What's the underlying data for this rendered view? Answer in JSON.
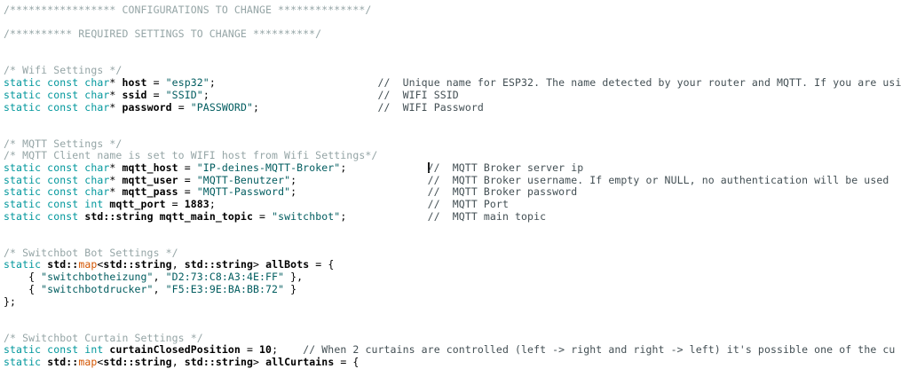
{
  "app": {
    "kind": "code-editor",
    "language": "cpp-arduino"
  },
  "colors": {
    "background": "#FFFFFF",
    "keyword": "#00979C",
    "string": "#005C5F",
    "function": "#D35400",
    "line_comment": "#434F54",
    "block_comment": "#95A5A6",
    "identifier": "#000000",
    "caret": "#1A1A1A"
  },
  "editor": {
    "caret_line": 13,
    "lines": [
      {
        "tokens": [
          {
            "type": "c2",
            "text": "/***************** CONFIGURATIONS TO CHANGE **************/"
          }
        ]
      },
      {
        "tokens": []
      },
      {
        "tokens": [
          {
            "type": "c2",
            "text": "/********** REQUIRED SETTINGS TO CHANGE **********/"
          }
        ]
      },
      {
        "tokens": []
      },
      {
        "tokens": []
      },
      {
        "tokens": [
          {
            "type": "c2",
            "text": "/* Wifi Settings */"
          }
        ]
      },
      {
        "tokens": [
          {
            "type": "kw",
            "text": "static const char"
          },
          {
            "type": "pl",
            "text": "* "
          },
          {
            "type": "id",
            "text": "host"
          },
          {
            "type": "pl",
            "text": " = "
          },
          {
            "type": "str",
            "text": "\"esp32\""
          },
          {
            "type": "pl",
            "text": ";"
          },
          {
            "type": "pad",
            "n": 26
          },
          {
            "type": "c1",
            "text": "//  Unique name for ESP32. The name detected by your router and MQTT. If you are usi"
          }
        ]
      },
      {
        "tokens": [
          {
            "type": "kw",
            "text": "static const char"
          },
          {
            "type": "pl",
            "text": "* "
          },
          {
            "type": "id",
            "text": "ssid"
          },
          {
            "type": "pl",
            "text": " = "
          },
          {
            "type": "str",
            "text": "\"SSID\""
          },
          {
            "type": "pl",
            "text": ";"
          },
          {
            "type": "pad",
            "n": 27
          },
          {
            "type": "c1",
            "text": "//  WIFI SSID"
          }
        ]
      },
      {
        "tokens": [
          {
            "type": "kw",
            "text": "static const char"
          },
          {
            "type": "pl",
            "text": "* "
          },
          {
            "type": "id",
            "text": "password"
          },
          {
            "type": "pl",
            "text": " = "
          },
          {
            "type": "str",
            "text": "\"PASSWORD\""
          },
          {
            "type": "pl",
            "text": ";"
          },
          {
            "type": "pad",
            "n": 19
          },
          {
            "type": "c1",
            "text": "//  WIFI Password"
          }
        ]
      },
      {
        "tokens": []
      },
      {
        "tokens": []
      },
      {
        "tokens": [
          {
            "type": "c2",
            "text": "/* MQTT Settings */"
          }
        ]
      },
      {
        "tokens": [
          {
            "type": "c2",
            "text": "/* MQTT Client name is set to WIFI host from Wifi Settings*/"
          }
        ]
      },
      {
        "tokens": [
          {
            "type": "kw",
            "text": "static const char"
          },
          {
            "type": "pl",
            "text": "* "
          },
          {
            "type": "id",
            "text": "mqtt_host"
          },
          {
            "type": "pl",
            "text": " = "
          },
          {
            "type": "str",
            "text": "\"IP-deines-MQTT-Broker\""
          },
          {
            "type": "pl",
            "text": ";"
          },
          {
            "type": "pad",
            "n": 13
          },
          {
            "type": "caret"
          },
          {
            "type": "c1",
            "text": "//  MQTT Broker server ip"
          }
        ]
      },
      {
        "tokens": [
          {
            "type": "kw",
            "text": "static const char"
          },
          {
            "type": "pl",
            "text": "* "
          },
          {
            "type": "id",
            "text": "mqtt_user"
          },
          {
            "type": "pl",
            "text": " = "
          },
          {
            "type": "str",
            "text": "\"MQTT-Benutzer\""
          },
          {
            "type": "pl",
            "text": ";"
          },
          {
            "type": "pad",
            "n": 21
          },
          {
            "type": "c1",
            "text": "//  MQTT Broker username. If empty or NULL, no authentication will be used"
          }
        ]
      },
      {
        "tokens": [
          {
            "type": "kw",
            "text": "static const char"
          },
          {
            "type": "pl",
            "text": "* "
          },
          {
            "type": "id",
            "text": "mqtt_pass"
          },
          {
            "type": "pl",
            "text": " = "
          },
          {
            "type": "str",
            "text": "\"MQTT-Password\""
          },
          {
            "type": "pl",
            "text": ";"
          },
          {
            "type": "pad",
            "n": 21
          },
          {
            "type": "c1",
            "text": "//  MQTT Broker password"
          }
        ]
      },
      {
        "tokens": [
          {
            "type": "kw",
            "text": "static const int"
          },
          {
            "type": "pl",
            "text": " "
          },
          {
            "type": "id",
            "text": "mqtt_port"
          },
          {
            "type": "pl",
            "text": " = "
          },
          {
            "type": "num",
            "text": "1883"
          },
          {
            "type": "pl",
            "text": ";"
          },
          {
            "type": "pad",
            "n": 34
          },
          {
            "type": "c1",
            "text": "//  MQTT Port"
          }
        ]
      },
      {
        "tokens": [
          {
            "type": "kw",
            "text": "static const"
          },
          {
            "type": "pl",
            "text": " "
          },
          {
            "type": "id",
            "text": "std::string"
          },
          {
            "type": "pl",
            "text": " "
          },
          {
            "type": "id",
            "text": "mqtt_main_topic"
          },
          {
            "type": "pl",
            "text": " = "
          },
          {
            "type": "str",
            "text": "\"switchbot\""
          },
          {
            "type": "pl",
            "text": ";"
          },
          {
            "type": "pad",
            "n": 13
          },
          {
            "type": "c1",
            "text": "//  MQTT main topic"
          }
        ]
      },
      {
        "tokens": []
      },
      {
        "tokens": []
      },
      {
        "tokens": [
          {
            "type": "c2",
            "text": "/* Switchbot Bot Settings */"
          }
        ]
      },
      {
        "tokens": [
          {
            "type": "kw",
            "text": "static"
          },
          {
            "type": "pl",
            "text": " "
          },
          {
            "type": "id",
            "text": "std::"
          },
          {
            "type": "fn",
            "text": "map"
          },
          {
            "type": "pl",
            "text": "<"
          },
          {
            "type": "id",
            "text": "std::string"
          },
          {
            "type": "pl",
            "text": ", "
          },
          {
            "type": "id",
            "text": "std::string"
          },
          {
            "type": "pl",
            "text": "> "
          },
          {
            "type": "id",
            "text": "allBots"
          },
          {
            "type": "pl",
            "text": " = {"
          }
        ]
      },
      {
        "tokens": [
          {
            "type": "pl",
            "text": "    { "
          },
          {
            "type": "str",
            "text": "\"switchbotheizung\""
          },
          {
            "type": "pl",
            "text": ", "
          },
          {
            "type": "str",
            "text": "\"D2:73:C8:A3:4E:FF\""
          },
          {
            "type": "pl",
            "text": " },"
          }
        ]
      },
      {
        "tokens": [
          {
            "type": "pl",
            "text": "    { "
          },
          {
            "type": "str",
            "text": "\"switchbotdrucker\""
          },
          {
            "type": "pl",
            "text": ", "
          },
          {
            "type": "str",
            "text": "\"F5:E3:9E:BA:BB:72\""
          },
          {
            "type": "pl",
            "text": " }"
          }
        ]
      },
      {
        "tokens": [
          {
            "type": "pl",
            "text": "};"
          }
        ]
      },
      {
        "tokens": []
      },
      {
        "tokens": []
      },
      {
        "tokens": [
          {
            "type": "c2",
            "text": "/* Switchbot Curtain Settings */"
          }
        ]
      },
      {
        "tokens": [
          {
            "type": "kw",
            "text": "static const int"
          },
          {
            "type": "pl",
            "text": " "
          },
          {
            "type": "id",
            "text": "curtainClosedPosition"
          },
          {
            "type": "pl",
            "text": " = "
          },
          {
            "type": "num",
            "text": "10"
          },
          {
            "type": "pl",
            "text": ";"
          },
          {
            "type": "pad",
            "n": 4
          },
          {
            "type": "c1",
            "text": "// When 2 curtains are controlled (left -> right and right -> left) it's possible one of the cu"
          }
        ]
      },
      {
        "tokens": [
          {
            "type": "kw",
            "text": "static"
          },
          {
            "type": "pl",
            "text": " "
          },
          {
            "type": "id",
            "text": "std::"
          },
          {
            "type": "fn",
            "text": "map"
          },
          {
            "type": "pl",
            "text": "<"
          },
          {
            "type": "id",
            "text": "std::string"
          },
          {
            "type": "pl",
            "text": ", "
          },
          {
            "type": "id",
            "text": "std::string"
          },
          {
            "type": "pl",
            "text": "> "
          },
          {
            "type": "id",
            "text": "allCurtains"
          },
          {
            "type": "pl",
            "text": " = {"
          }
        ]
      }
    ]
  }
}
